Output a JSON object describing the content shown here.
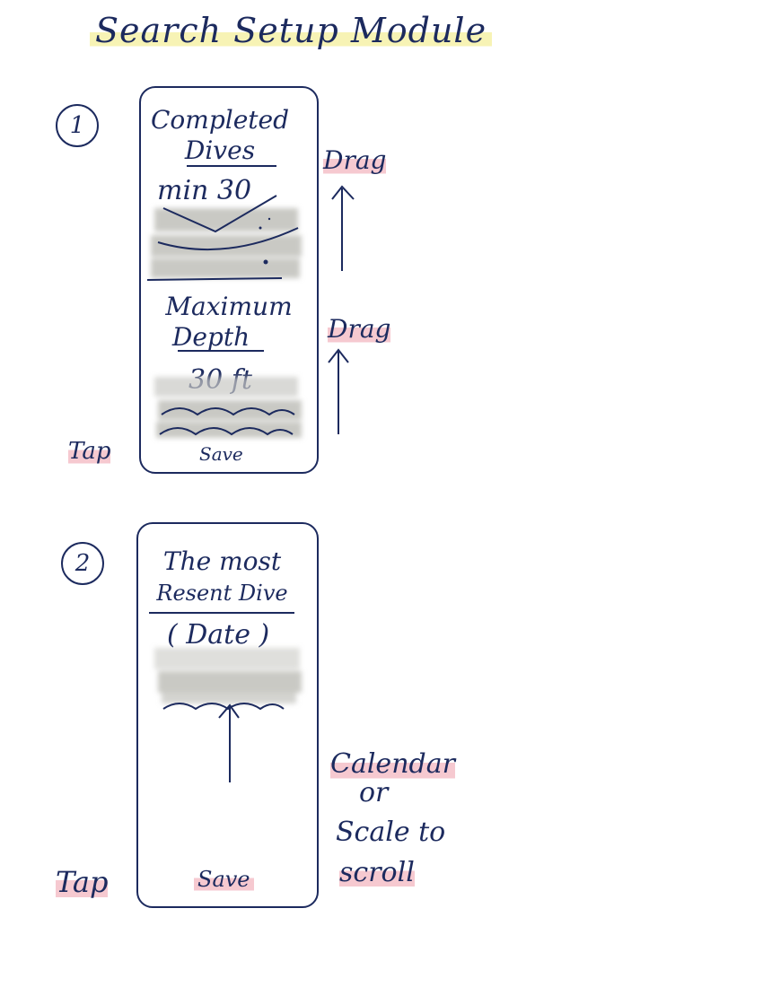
{
  "title": "Search Setup Module",
  "step1": {
    "number": "1",
    "label_line1": "Completed",
    "label_line2": "Dives",
    "value": "min 30",
    "label2_line1": "Maximum",
    "label2_line2": "Depth",
    "value2": "30 ft",
    "save": "Save",
    "tap": "Tap",
    "drag1": "Drag",
    "drag2": "Drag"
  },
  "step2": {
    "number": "2",
    "label_line1": "The most",
    "label_line2": "Resent Dive",
    "value": "( Date )",
    "save": "Save",
    "tap": "Tap",
    "note_line1": "Calendar",
    "note_line2": "or",
    "note_line3": "Scale to",
    "note_line4": "scroll"
  },
  "colors": {
    "ink": "#1c2a5e",
    "highlight_yellow": "#f7f3b5",
    "highlight_pink": "#f6c9d0",
    "marker_gray": "#c9c9c4"
  }
}
